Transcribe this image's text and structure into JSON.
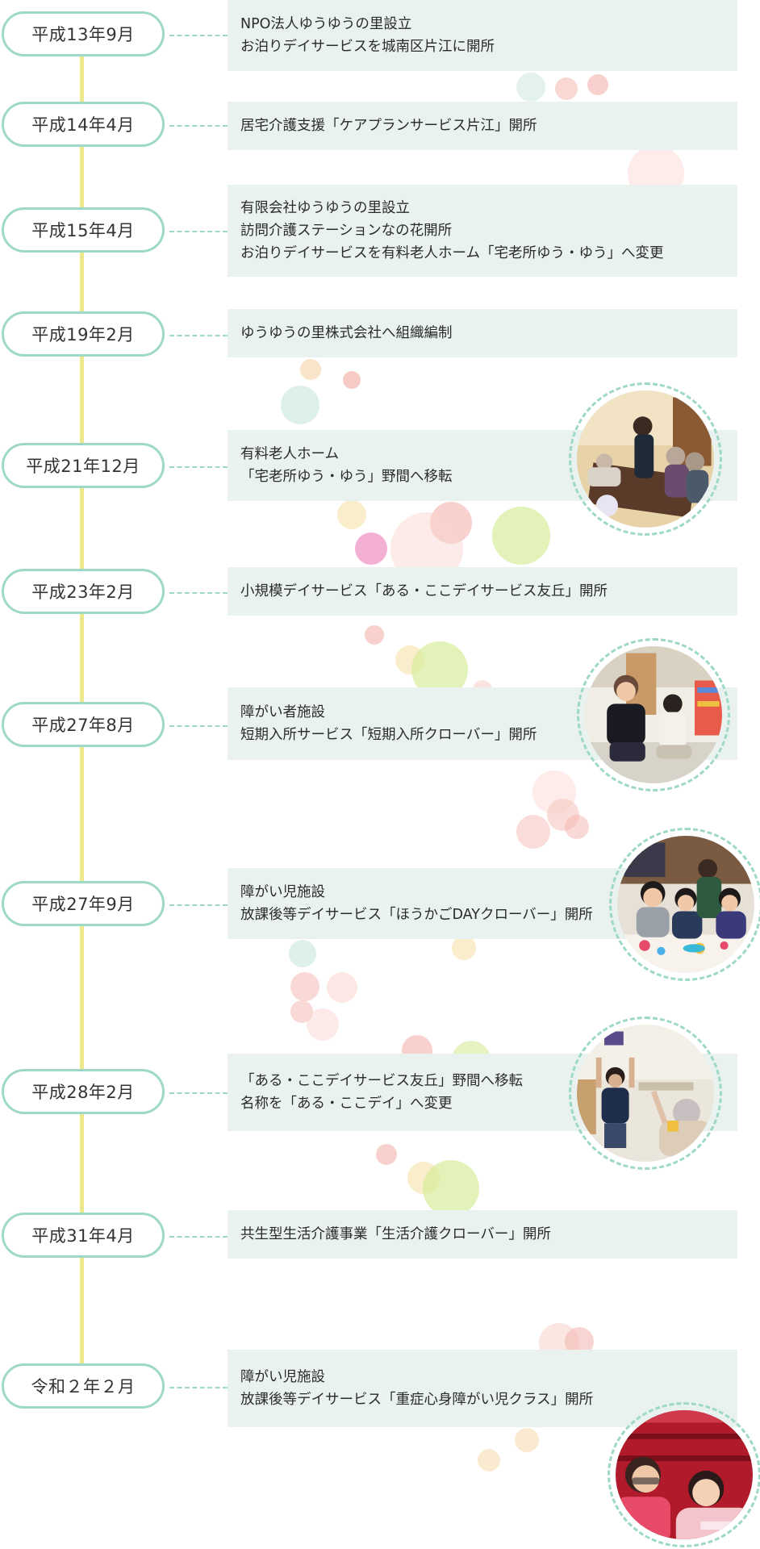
{
  "timeline": [
    {
      "date": "平成13年9月",
      "lines": [
        "NPO法人ゆうゆうの里設立",
        "お泊りデイサービスを城南区片江に開所"
      ]
    },
    {
      "date": "平成14年4月",
      "lines": [
        "居宅介護支援「ケアプランサービス片江」開所"
      ]
    },
    {
      "date": "平成15年4月",
      "lines": [
        "有限会社ゆうゆうの里設立",
        "訪問介護ステーションなの花開所",
        "お泊りデイサービスを有料老人ホーム「宅老所ゆう・ゆう」へ変更"
      ]
    },
    {
      "date": "平成19年2月",
      "lines": [
        "ゆうゆうの里株式会社へ組織編制"
      ]
    },
    {
      "date": "平成21年12月",
      "lines": [
        "有料老人ホーム",
        "「宅老所ゆう・ゆう」野間へ移転"
      ]
    },
    {
      "date": "平成23年2月",
      "lines": [
        "小規模デイサービス「ある・ここデイサービス友丘」開所"
      ]
    },
    {
      "date": "平成27年8月",
      "lines": [
        "障がい者施設",
        "短期入所サービス「短期入所クローバー」開所"
      ]
    },
    {
      "date": "平成27年9月",
      "lines": [
        "障がい児施設",
        "放課後等デイサービス「ほうかごDAYクローバー」開所"
      ]
    },
    {
      "date": "平成28年2月",
      "lines": [
        "「ある・ここデイサービス友丘」野間へ移転",
        "名称を「ある・ここデイ」へ変更"
      ]
    },
    {
      "date": "平成31年4月",
      "lines": [
        "共生型生活介護事業「生活介護クローバー」開所"
      ]
    },
    {
      "date": "令和２年２月",
      "lines": [
        "障がい児施設",
        "放課後等デイサービス「重症心身障がい児クラス」開所"
      ]
    }
  ],
  "colors": {
    "pill_border": "#9ed8c9",
    "timeline_line": "#ece98c",
    "event_background": "#e9f2ee"
  },
  "photos": [
    {
      "name": "photo-elderly-care",
      "icon": "care-home-photo"
    },
    {
      "name": "photo-short-stay",
      "icon": "short-stay-photo"
    },
    {
      "name": "photo-children-activity",
      "icon": "children-activity-photo"
    },
    {
      "name": "photo-day-service-exercise",
      "icon": "exercise-photo"
    },
    {
      "name": "photo-child-class",
      "icon": "child-class-photo"
    }
  ]
}
